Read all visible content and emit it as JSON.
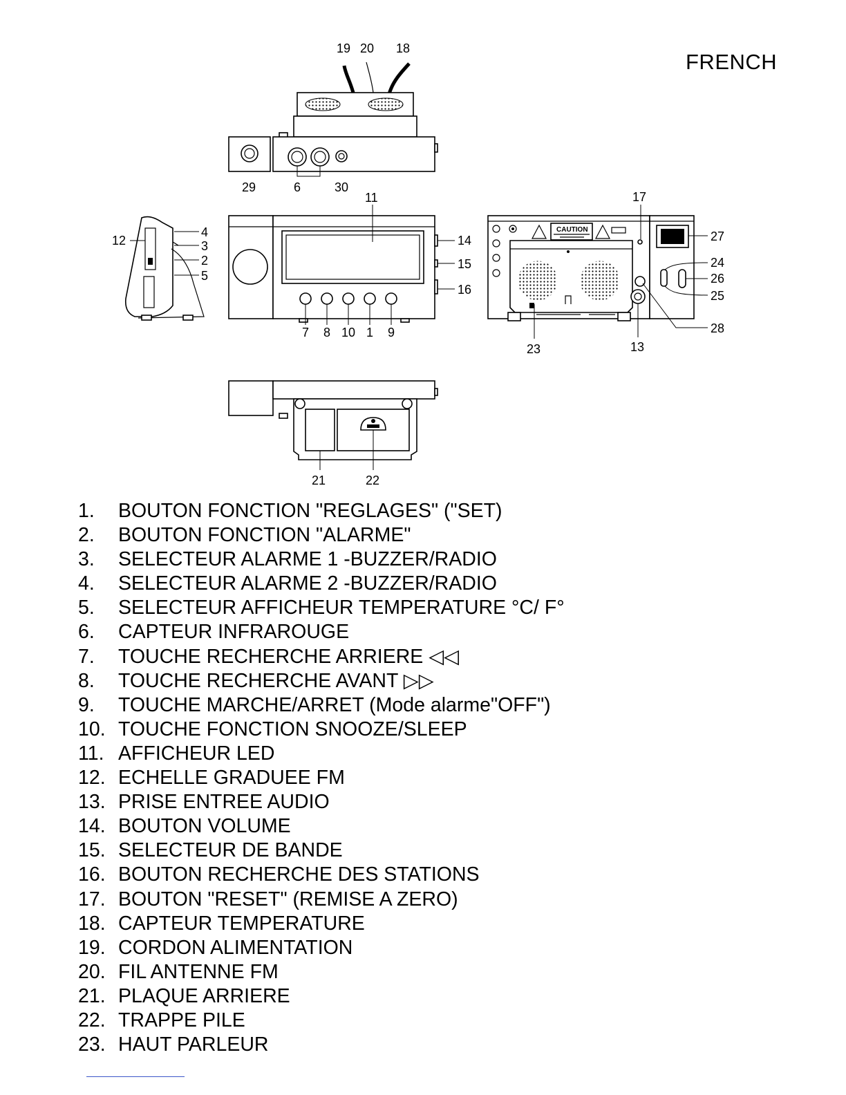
{
  "language_label": "FRENCH",
  "callouts": {
    "c19": "19",
    "c20": "20",
    "c18": "18",
    "c29": "29",
    "c6": "6",
    "c30": "30",
    "c11": "11",
    "c12": "12",
    "c4": "4",
    "c3": "3",
    "c2": "2",
    "c5": "5",
    "c14": "14",
    "c15": "15",
    "c16": "16",
    "c7": "7",
    "c8": "8",
    "c10": "10",
    "c1": "1",
    "c9": "9",
    "c17": "17",
    "c27": "27",
    "c24": "24",
    "c26": "26",
    "c25": "25",
    "c28": "28",
    "c23": "23",
    "c13": "13",
    "c21": "21",
    "c22": "22"
  },
  "caution_label": "CAUTION",
  "legend": [
    {
      "num": "1.",
      "text": "BOUTON FONCTION \"REGLAGES\" (\"SET)"
    },
    {
      "num": "2.",
      "text": "BOUTON FONCTION \"ALARME\""
    },
    {
      "num": "3.",
      "text": "SELECTEUR ALARME 1 -BUZZER/RADIO"
    },
    {
      "num": "4.",
      "text": "SELECTEUR ALARME 2 -BUZZER/RADIO"
    },
    {
      "num": "5.",
      "text": "SELECTEUR AFFICHEUR TEMPERATURE  °C/ F°"
    },
    {
      "num": "6.",
      "text": "CAPTEUR INFRAROUGE"
    },
    {
      "num": "7.",
      "text": "TOUCHE RECHERCHE ARRIERE ◁◁"
    },
    {
      "num": "8.",
      "text": "TOUCHE RECHERCHE AVANT ▷▷"
    },
    {
      "num": "9.",
      "text": "TOUCHE MARCHE/ARRET (Mode alarme\"OFF\")"
    },
    {
      "num": "10.",
      "text": "TOUCHE FONCTION SNOOZE/SLEEP"
    },
    {
      "num": "11.",
      "text": "AFFICHEUR LED"
    },
    {
      "num": "12.",
      "text": "ECHELLE GRADUEE FM"
    },
    {
      "num": "13.",
      "text": "PRISE ENTREE AUDIO"
    },
    {
      "num": "14.",
      "text": "BOUTON VOLUME"
    },
    {
      "num": "15.",
      "text": "SELECTEUR DE BANDE"
    },
    {
      "num": "16.",
      "text": "BOUTON RECHERCHE DES STATIONS"
    },
    {
      "num": "17.",
      "text": "BOUTON \"RESET\" (REMISE A ZERO)"
    },
    {
      "num": "18.",
      "text": "CAPTEUR TEMPERATURE"
    },
    {
      "num": "19.",
      "text": "CORDON ALIMENTATION"
    },
    {
      "num": "20.",
      "text": "FIL ANTENNE FM"
    },
    {
      "num": "21.",
      "text": "PLAQUE ARRIERE"
    },
    {
      "num": "22.",
      "text": "TRAPPE PILE"
    },
    {
      "num": "23.",
      "text": "HAUT PARLEUR"
    }
  ]
}
